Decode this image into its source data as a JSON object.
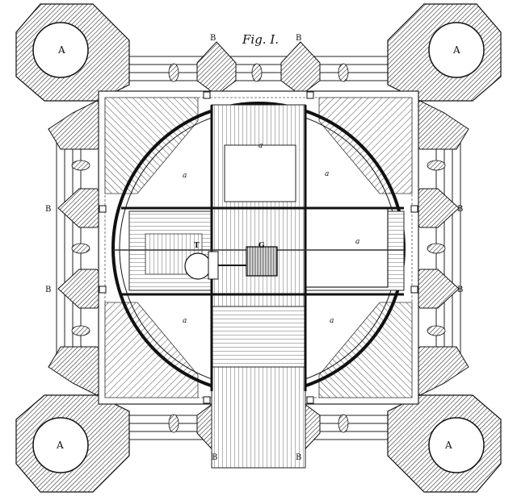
{
  "figure": {
    "title": "Fig. I.",
    "tower_label": "A",
    "bastion_label": "B",
    "small_label": "a",
    "equipment_labels": [
      "T",
      "G"
    ],
    "colors": {
      "ink": "#1a1a1a",
      "paper": "#ffffff"
    }
  }
}
